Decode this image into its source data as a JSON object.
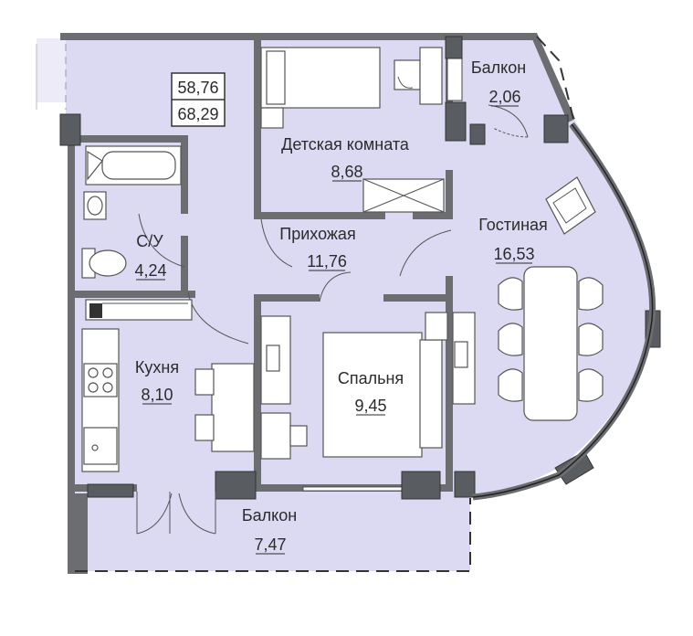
{
  "totals": {
    "living_area": "58,76",
    "total_area": "68,29"
  },
  "rooms": [
    {
      "id": "balcony-top",
      "name": "Балкон",
      "area": "2,06"
    },
    {
      "id": "kids-room",
      "name": "Детская комната",
      "area": "8,68"
    },
    {
      "id": "bathroom",
      "name": "С/У",
      "area": "4,24"
    },
    {
      "id": "hallway",
      "name": "Прихожая",
      "area": "11,76"
    },
    {
      "id": "living-room",
      "name": "Гостиная",
      "area": "16,53"
    },
    {
      "id": "kitchen",
      "name": "Кухня",
      "area": "8,10"
    },
    {
      "id": "bedroom",
      "name": "Спальня",
      "area": "9,45"
    },
    {
      "id": "balcony-bottom",
      "name": "Балкон",
      "area": "7,47"
    }
  ],
  "colors": {
    "floor": "#dcdaf3",
    "wall": "#6b6d70",
    "column": "#595c60",
    "text": "#2b2b2b"
  }
}
